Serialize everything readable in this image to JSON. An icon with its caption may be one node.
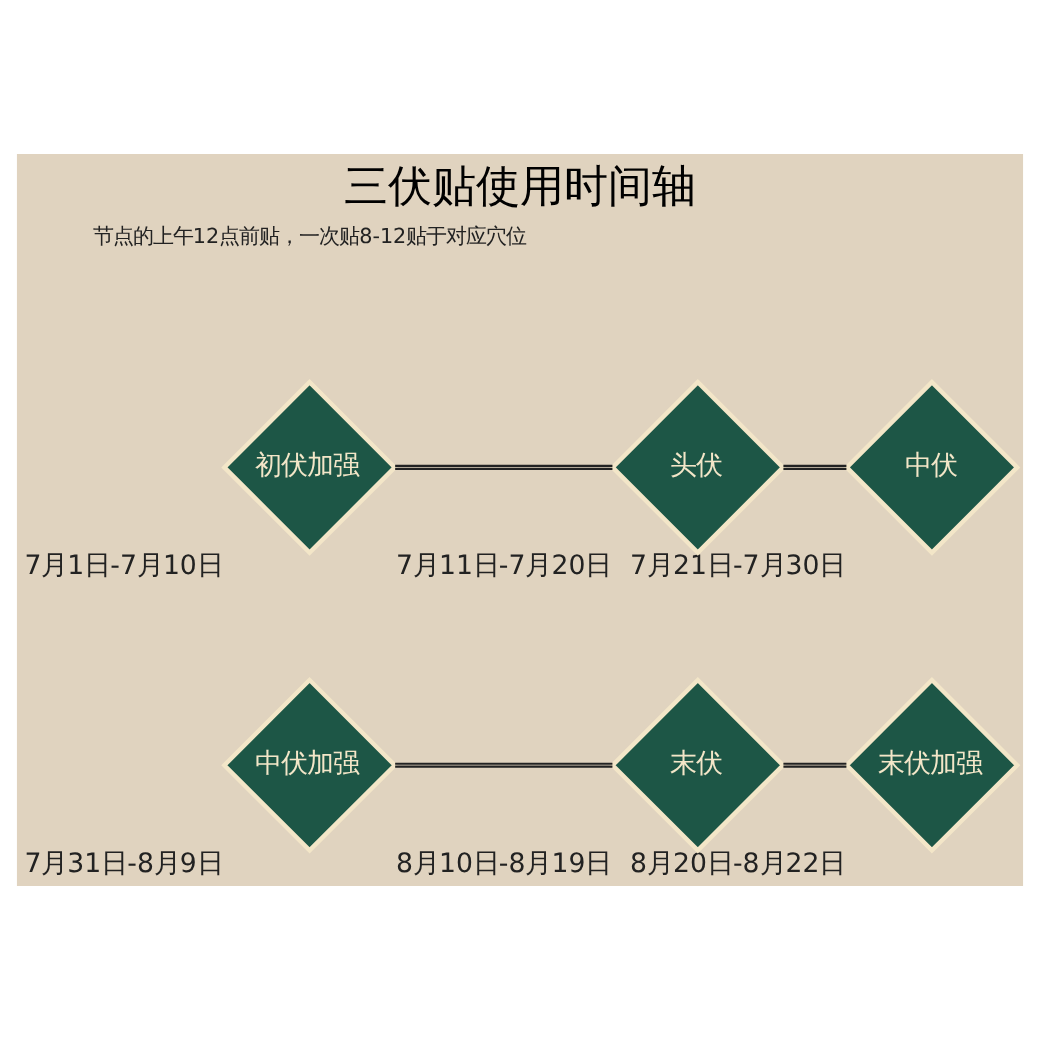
{
  "diagram": {
    "title": "三伏贴使用时间轴",
    "nodes": [
      {
        "text": [
          "初伏加强"
        ],
        "beside": [
          "7月1日-7月10日"
        ]
      },
      {
        "text": [
          "头伏"
        ],
        "beside": [
          "7月11日-7月20日"
        ]
      },
      {
        "text": [
          "中伏"
        ],
        "beside": [
          "7月21日-7月30日"
        ]
      },
      {
        "text": [
          "中伏加强"
        ],
        "beside": [
          "7月31日-8月9日"
        ]
      },
      {
        "text": [
          "末伏"
        ],
        "beside": [
          "8月10日-8月19日"
        ]
      },
      {
        "text": [
          "末伏加强"
        ],
        "beside": [
          "8月20日-8月22日"
        ]
      }
    ],
    "edges": [
      {
        "from": 0,
        "to": 1,
        "arrow": "none"
      },
      {
        "from": 1,
        "to": 2,
        "arrow": "none"
      },
      {
        "from": 3,
        "to": 4,
        "arrow": "none"
      },
      {
        "from": 4,
        "to": 5,
        "arrow": "none"
      }
    ],
    "labels": [
      "节点的上午12点前贴，一次贴8-12贴于对应穴位"
    ]
  }
}
